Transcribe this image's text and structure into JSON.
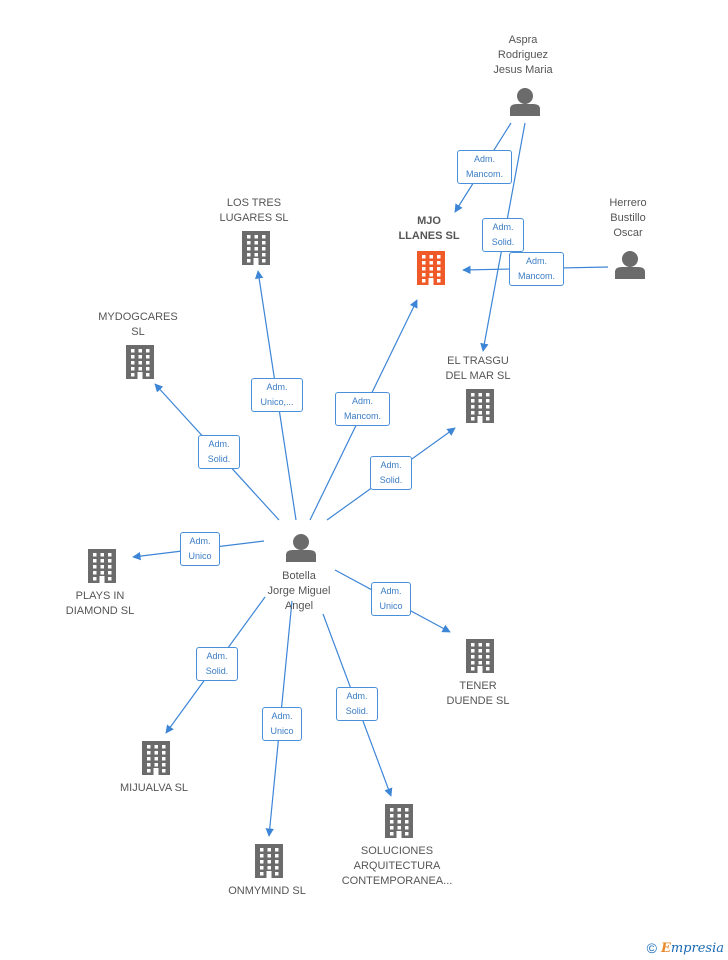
{
  "colors": {
    "edge": "#3d85d6",
    "company": "#6b6b6b",
    "company_focus": "#f05a28",
    "person": "#6b6b6b",
    "label_border": "#4a90d9"
  },
  "nodes": [
    {
      "id": "botella",
      "type": "person",
      "label": "Botella\nJorge Miguel\nAngel"
    },
    {
      "id": "aspra",
      "type": "person",
      "label": "Aspra\nRodriguez\nJesus Maria"
    },
    {
      "id": "herrero",
      "type": "person",
      "label": "Herrero\nBustillo\nOscar"
    },
    {
      "id": "mjo",
      "type": "company",
      "focus": true,
      "label": "MJO\nLLANES  SL"
    },
    {
      "id": "lostres",
      "type": "company",
      "label": "LOS TRES\nLUGARES SL"
    },
    {
      "id": "mydog",
      "type": "company",
      "label": "MYDOGCARES\nSL"
    },
    {
      "id": "trasgu",
      "type": "company",
      "label": "EL TRASGU\nDEL MAR  SL"
    },
    {
      "id": "plays",
      "type": "company",
      "label": "PLAYS IN\nDIAMOND SL"
    },
    {
      "id": "tener",
      "type": "company",
      "label": "TENER\nDUENDE SL"
    },
    {
      "id": "mijualva",
      "type": "company",
      "label": "MIJUALVA  SL"
    },
    {
      "id": "onmymind",
      "type": "company",
      "label": "ONMYMIND  SL"
    },
    {
      "id": "soluciones",
      "type": "company",
      "label": "SOLUCIONES\nARQUITECTURA\nCONTEMPORANEA..."
    }
  ],
  "edges": [
    {
      "from": "aspra",
      "to": "mjo",
      "label": [
        "Adm.",
        "Mancom."
      ]
    },
    {
      "from": "aspra",
      "to": "trasgu",
      "label": [
        "Adm.",
        "Solid."
      ]
    },
    {
      "from": "herrero",
      "to": "mjo",
      "label": [
        "Adm.",
        "Mancom."
      ]
    },
    {
      "from": "botella",
      "to": "lostres",
      "label": [
        "Adm.",
        "Unico,..."
      ]
    },
    {
      "from": "botella",
      "to": "mjo",
      "label": [
        "Adm.",
        "Mancom."
      ]
    },
    {
      "from": "botella",
      "to": "mydog",
      "label": [
        "Adm.",
        "Solid."
      ]
    },
    {
      "from": "botella",
      "to": "trasgu",
      "label": [
        "Adm.",
        "Solid."
      ]
    },
    {
      "from": "botella",
      "to": "plays",
      "label": [
        "Adm.",
        "Unico"
      ]
    },
    {
      "from": "botella",
      "to": "tener",
      "label": [
        "Adm.",
        "Unico"
      ]
    },
    {
      "from": "botella",
      "to": "mijualva",
      "label": [
        "Adm.",
        "Solid."
      ]
    },
    {
      "from": "botella",
      "to": "onmymind",
      "label": [
        "Adm.",
        "Unico"
      ]
    },
    {
      "from": "botella",
      "to": "soluciones",
      "label": [
        "Adm.",
        "Solid."
      ]
    }
  ],
  "watermark": {
    "symbol": "©",
    "brand_initial": "E",
    "brand_rest": "mpresia"
  }
}
